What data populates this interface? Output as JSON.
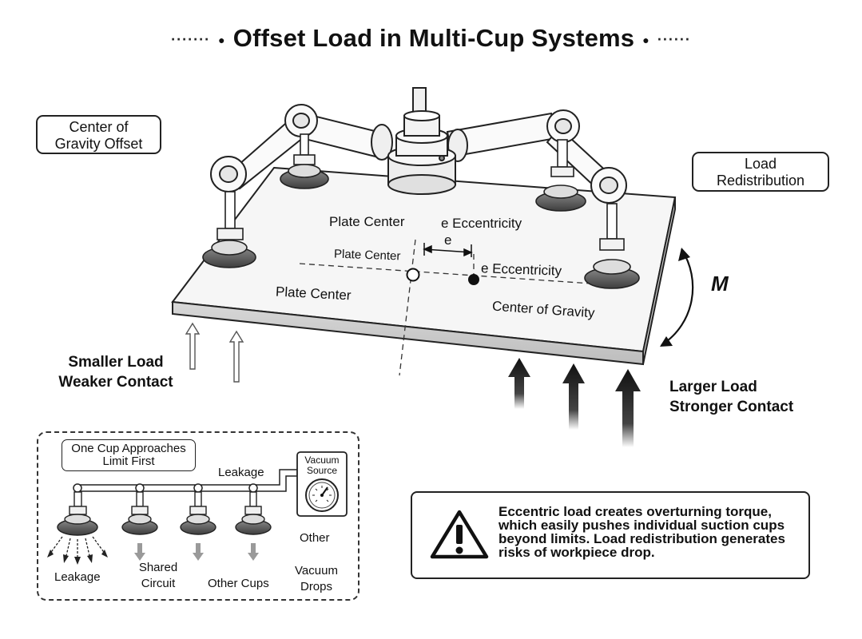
{
  "title": "Offset Load in Multi-Cup Systems",
  "title_dots_left": "·······",
  "title_dots_right": "······",
  "callouts": {
    "cog_offset": [
      "Center of",
      "Gravity Offset"
    ],
    "load_redistribution": [
      "Load",
      "Redistribution"
    ]
  },
  "plate_labels": {
    "plate_center_1": "Plate Center",
    "plate_center_2": "Plate Center",
    "plate_center_3": "Plate Center",
    "e_eccentricity_1": "e Eccentricity",
    "e_eccentricity_2": "e Eccentricity",
    "e_symbol": "e",
    "center_of_gravity": "Center of Gravity",
    "moment_symbol": "M"
  },
  "sides": {
    "smaller": [
      "Smaller Load",
      "Weaker Contact"
    ],
    "larger": [
      "Larger Load",
      "Stronger Contact"
    ]
  },
  "circuit": {
    "first_cup_label": [
      "One Cup Approaches",
      "Limit First"
    ],
    "leakage_top": "Leakage",
    "vacuum_source": [
      "Vacuum",
      "Source"
    ],
    "other": "Other",
    "leakage_bottom": "Leakage",
    "shared_circuit": [
      "Shared",
      "Circuit"
    ],
    "other_cups": "Other Cups",
    "vacuum_drops": [
      "Vacuum",
      "Drops"
    ]
  },
  "warning": {
    "icon": "warning-triangle-icon",
    "lines": [
      "Eccentric load creates overturning torque,",
      "which easily pushes individual suction cups",
      "beyond limits. Load redistribution generates",
      "risks of workpiece drop."
    ]
  }
}
